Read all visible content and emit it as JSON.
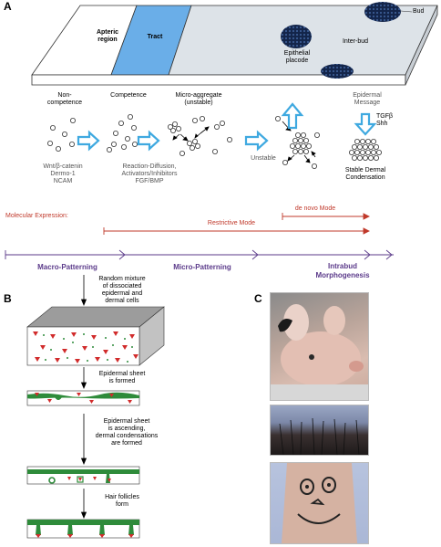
{
  "panels": {
    "a": "A",
    "b": "B",
    "c": "C"
  },
  "sheet": {
    "apteric": "Apteric\nregion",
    "tract": "Tract",
    "bud": "Bud",
    "interbud": "Inter-bud",
    "placode": "Epithelial\nplacode"
  },
  "stages": {
    "noncompetence": "Non-\ncompetence",
    "competence": "Competence",
    "microaggregate": "Micro-aggregate\n(unstable)",
    "epidermal_message": "Epidermal\nMessage",
    "tgf": "TGFβ\nShh",
    "unstable": "Unstable",
    "stable": "Stable Dermal\nCondensation"
  },
  "factors": {
    "wnt": "Wnt/β-catenin\nDermo-1\nNCAM",
    "rd": "Reaction-Diffusion,\nActivators/Inhibitors\nFGF/BMP"
  },
  "expression": {
    "molecular": "Molecular Expression:",
    "denovo": "de novo Mode",
    "restrictive": "Restrictive Mode"
  },
  "timeline": {
    "macro": "Macro-Patterning",
    "micro": "Micro-Patterning",
    "intrabud": "Intrabud\nMorphogenesis"
  },
  "panel_b": {
    "step1": "Random mixture\nof dissociated\nepidermal and\ndermal cells",
    "step2": "Epidermal sheet\nis formed",
    "step3": "Epidermal sheet\nis ascending,\ndermal condensations\nare formed",
    "step4": "Hair follicles\nform"
  },
  "colors": {
    "tract_blue": "#6aaee8",
    "sheet_gray": "#dde3e8",
    "arrow_blue": "#3fa9e0",
    "red": "#c0392b",
    "purple": "#5b3a8a",
    "green": "#2e8b3a",
    "bud_navy": "#1b2f5a"
  }
}
